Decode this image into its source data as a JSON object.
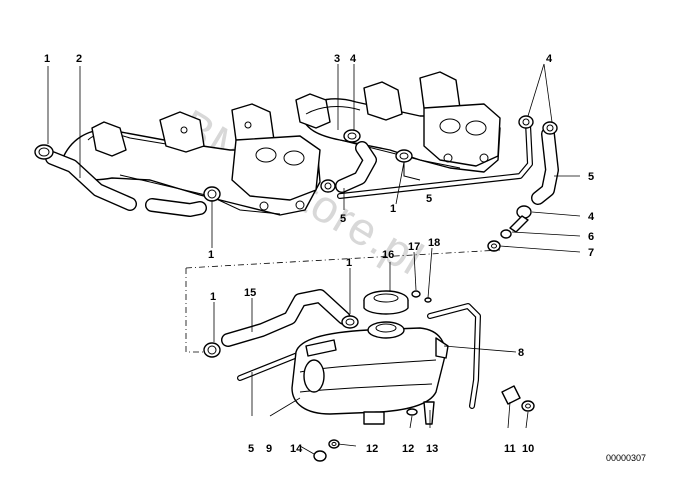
{
  "watermark": "BMWstore.pl",
  "document_number": "00000307",
  "callouts": [
    "1",
    "2",
    "3",
    "4",
    "4",
    "5",
    "1",
    "5",
    "1",
    "5",
    "4",
    "6",
    "7",
    "1",
    "16",
    "17",
    "18",
    "1",
    "15",
    "8",
    "5",
    "9",
    "14",
    "12",
    "12",
    "13",
    "11",
    "10"
  ]
}
